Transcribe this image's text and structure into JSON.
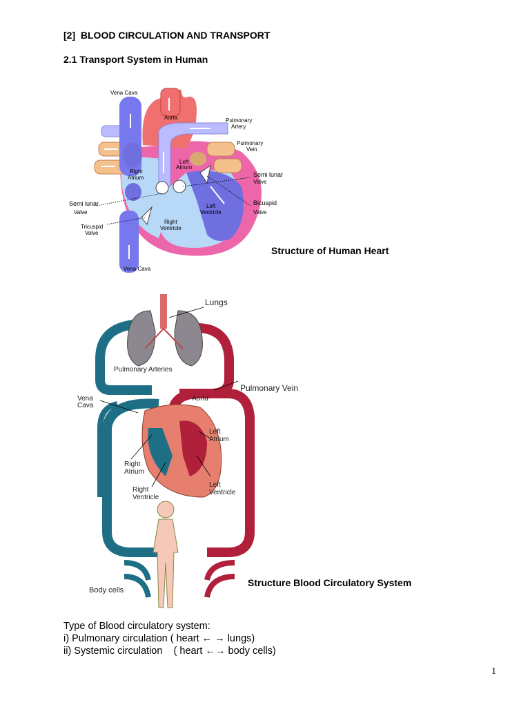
{
  "document": {
    "heading": "[2]  BLOOD CIRCULATION AND TRANSPORT",
    "subheading": "2.1  Transport System in Human",
    "page_number": "1"
  },
  "heart_figure": {
    "caption": "Structure of Human Heart",
    "labels": {
      "vena_cava_top": "Vena Cava",
      "aorta": "Aorta",
      "pulmonary_artery_1": "Pulmonary",
      "pulmonary_artery_2": "Artery",
      "pulmonary_vein_1": "Pulmonary",
      "pulmonary_vein_2": "Vein",
      "left_atrium_1": "Left",
      "left_atrium_2": "Atrium",
      "right_atrium_1": "Right",
      "right_atrium_2": "Atrium",
      "semilunar_right_1": "Semi lunar",
      "semilunar_right_2": "Valve",
      "semilunar_left_1": "Semi lunar",
      "semilunar_left_2": "Valve",
      "bicuspid_1": "Bicuspid",
      "bicuspid_2": "Valve",
      "left_ventricle_1": "Left",
      "left_ventricle_2": "Ventricle",
      "right_ventricle_1": "Right",
      "right_ventricle_2": "Ventricle",
      "tricuspid_1": "Tricuspid",
      "tricuspid_2": "Valve",
      "vena_cava_bottom": "Vena Cava"
    }
  },
  "circulation_figure": {
    "caption": "Structure Blood Circulatory System",
    "labels": {
      "lungs": "Lungs",
      "pulmonary_arteries": "Pulmonary Arteries",
      "pulmonary_vein": "Pulmonary Vein",
      "vena_cava_1": "Vena",
      "vena_cava_2": "Cava",
      "aorta": "Aorta",
      "left_atrium_1": "Left",
      "left_atrium_2": "Atrium",
      "right_atrium_1": "Right",
      "right_atrium_2": "Atrium",
      "right_ventricle_1": "Right",
      "right_ventricle_2": "Ventricle",
      "left_ventricle_1": "Left",
      "left_ventricle_2": "Ventricle",
      "body_cells": "Body cells"
    }
  },
  "circulation_types": {
    "intro": "Type of Blood circulatory system:",
    "items": [
      "i) Pulmonary circulation ( heart ← → lungs)",
      "ii) Systemic circulation    ( heart ←→ body cells)"
    ]
  },
  "colors": {
    "vein_blue": "#7777ee",
    "aorta_red": "#f07070",
    "pulmonary_lilac": "#bbbbff",
    "pulmonary_vein_tan": "#f4c08c",
    "heart_pink": "#ee66aa",
    "deoxy_teal": "#1e6f86",
    "oxy_red": "#b0203a",
    "heart_salmon": "#e77f6e",
    "lung_gray": "#8d8890"
  }
}
